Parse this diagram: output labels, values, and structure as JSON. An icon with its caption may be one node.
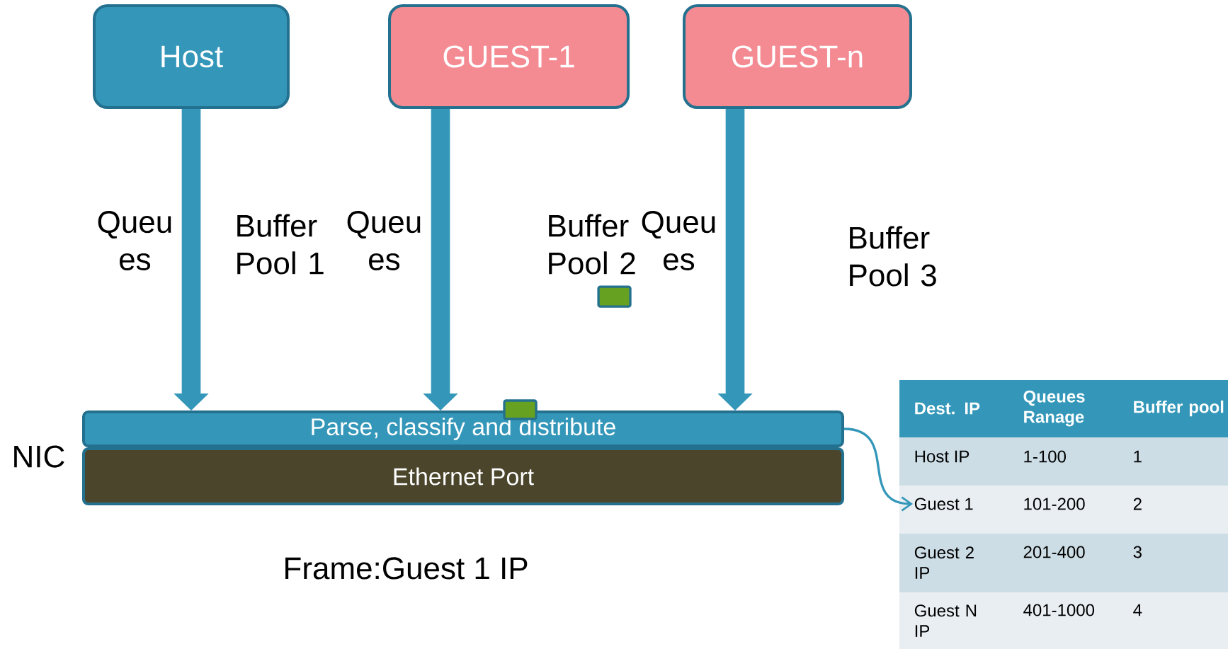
{
  "diagram": {
    "nodes": [
      {
        "text": [
          "Host"
        ]
      },
      {
        "text": [
          "GUEST-1"
        ]
      },
      {
        "text": [
          "GUEST-n"
        ]
      },
      {
        "text": [
          "Parse, classify and distribute"
        ]
      },
      {
        "text": [
          "Ethernet Port"
        ]
      },
      {
        "text": [
          "Guest 1"
        ]
      }
    ],
    "edges": [
      {
        "from": 0,
        "to": 3,
        "arrow": "to"
      },
      {
        "from": 1,
        "to": 3,
        "arrow": "to"
      },
      {
        "from": 2,
        "to": 3,
        "arrow": "to"
      },
      {
        "from": 3,
        "to": 5,
        "arrow": "to"
      }
    ],
    "labels": [
      "Queu es",
      "Buffer Pool 1",
      "Queu es",
      "Buffer Pool 2",
      "Queu es",
      "Buffer Pool 3",
      "NIC",
      "Dest. IP",
      "Queues Ranage",
      "Buffer pool",
      "Host IP",
      "1-100",
      "1",
      "101-200",
      "2",
      "Guest 2 IP",
      "201-400",
      "3",
      "Guest N IP",
      "401-1000",
      "4",
      "Frame:Guest 1 IP"
    ]
  }
}
